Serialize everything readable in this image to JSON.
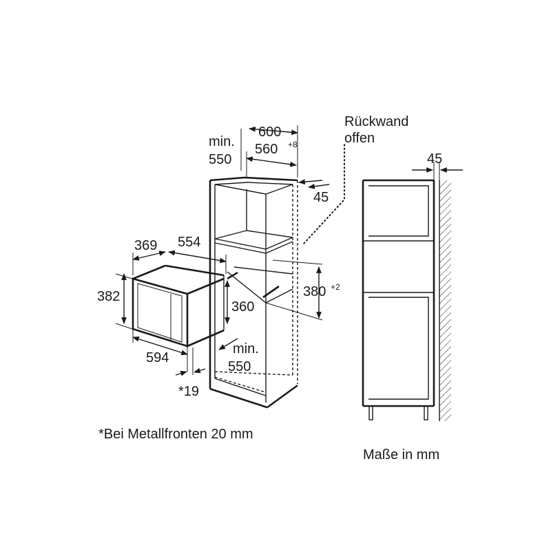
{
  "labels": {
    "rueckwand_line1": "Rückwand",
    "rueckwand_line2": "offen",
    "min_top": "min.",
    "n550_top": "550",
    "n600": "600",
    "n560": "560",
    "sup_plus8": "+8",
    "n45_cabinet": "45",
    "n369": "369",
    "n554": "554",
    "n382": "382",
    "n380": "380",
    "sup_plus2": "+2",
    "n360": "360",
    "min_bottom": "min.",
    "n550_bottom": "550",
    "n594": "594",
    "n19": "*19",
    "n45_side": "45"
  },
  "footnote": "*Bei Metallfronten 20 mm",
  "units_note": "Maße in mm"
}
